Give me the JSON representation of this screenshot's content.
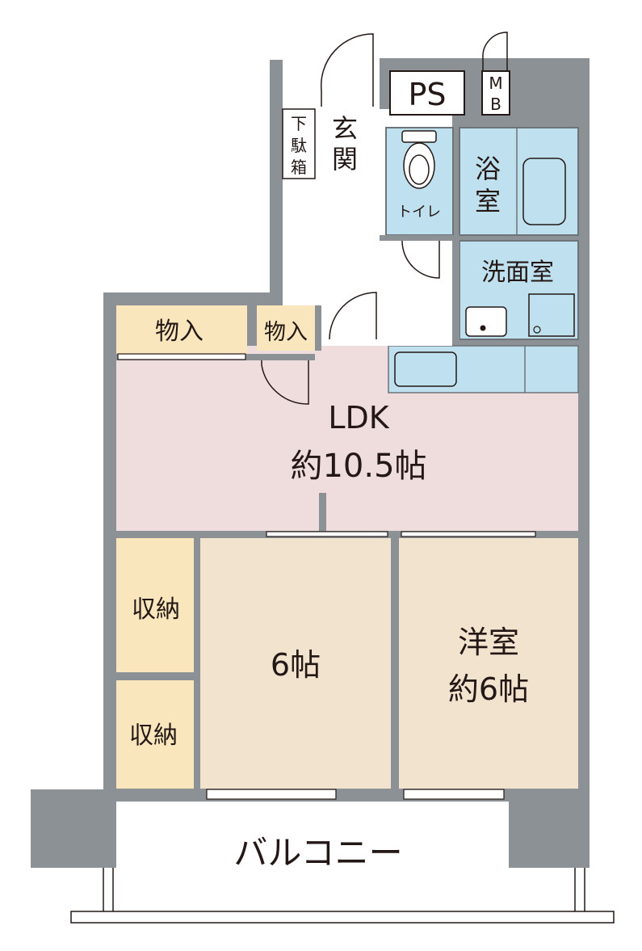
{
  "colors": {
    "wall": "#8c9196",
    "wall_edge": "#6e7378",
    "ldk": "#efdcdc",
    "western": "#f2e3cf",
    "storage": "#fae6bd",
    "wet": "#bfe0ee",
    "text": "#231815"
  },
  "rooms": {
    "ps": "PS",
    "mb_m": "M",
    "mb_b": "B",
    "genkan_1": "玄",
    "genkan_2": "関",
    "getabako_1": "下",
    "getabako_2": "駄",
    "getabako_3": "箱",
    "toilet": "トイレ",
    "bath_1": "浴",
    "bath_2": "室",
    "washroom": "洗面室",
    "storage_1": "物入",
    "storage_2": "物入",
    "ldk_name": "LDK",
    "ldk_size": "約10.5帖",
    "closet_1": "収納",
    "closet_2": "収納",
    "room_6": "6帖",
    "western_name": "洋室",
    "western_size": "約6帖",
    "balcony": "バルコニー"
  }
}
